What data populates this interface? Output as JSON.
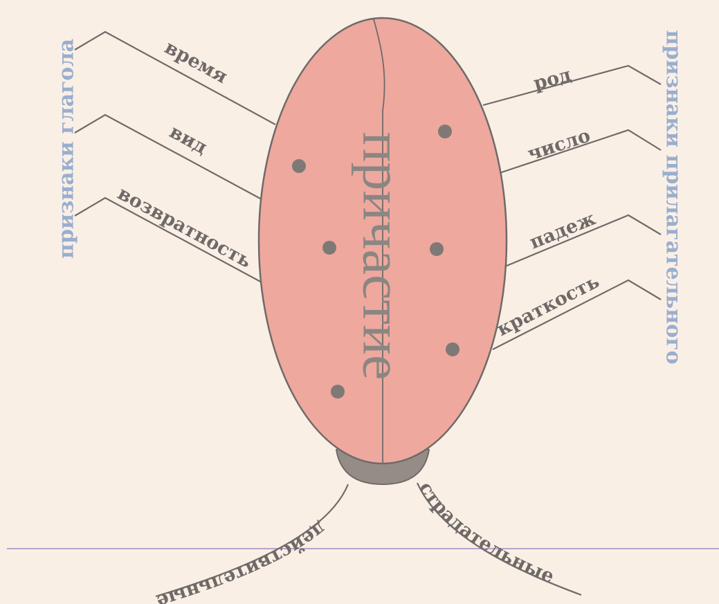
{
  "diagram": {
    "center_label": "причастие",
    "left_title": "признаки глагола",
    "right_title": "признаки прилагательного",
    "verb_features": [
      "время",
      "вид",
      "возвратность"
    ],
    "adjective_features": [
      "род",
      "число",
      "падеж",
      "краткость"
    ],
    "kinds": [
      "действительные",
      "страдательные"
    ]
  },
  "colors": {
    "background": "#f9efe5",
    "body": "#eea89e",
    "outline": "#6f6a68",
    "side_title": "#9aaece",
    "ground_line": "#b9a4cc"
  }
}
